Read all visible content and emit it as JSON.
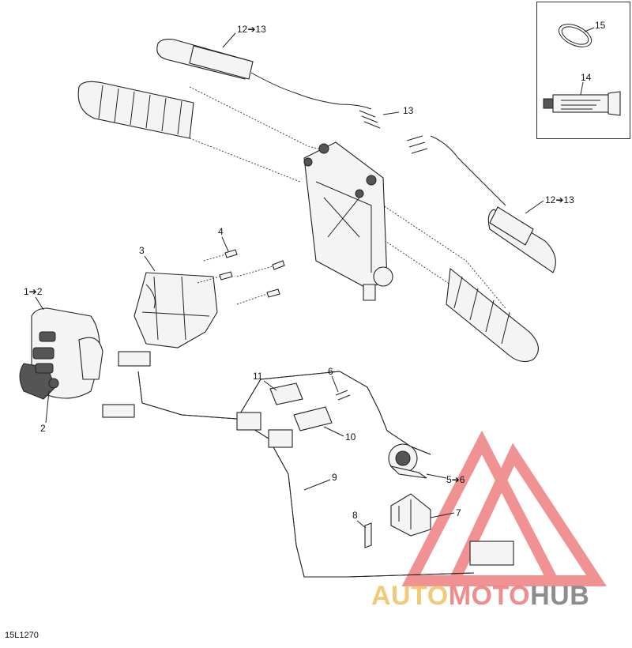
{
  "callouts": {
    "c1": "12➔13",
    "c2": "13",
    "c3": "12➔13",
    "c4": "15",
    "c5": "14",
    "c6": "4",
    "c7": "3",
    "c8": "1➔2",
    "c9": "2",
    "c10": "11",
    "c11": "6",
    "c12": "10",
    "c13": "9",
    "c14": "5➔6",
    "c15": "7",
    "c16": "8"
  },
  "reference_code": "15L1270",
  "watermark": {
    "part1": "AUTO",
    "part2": "MOTO",
    "part3": "HUB"
  },
  "colors": {
    "watermark_gold": "#f0c060",
    "watermark_red": "#ec7a7a",
    "watermark_gray": "#7a7a7a",
    "logo_red": "#ee7777"
  }
}
